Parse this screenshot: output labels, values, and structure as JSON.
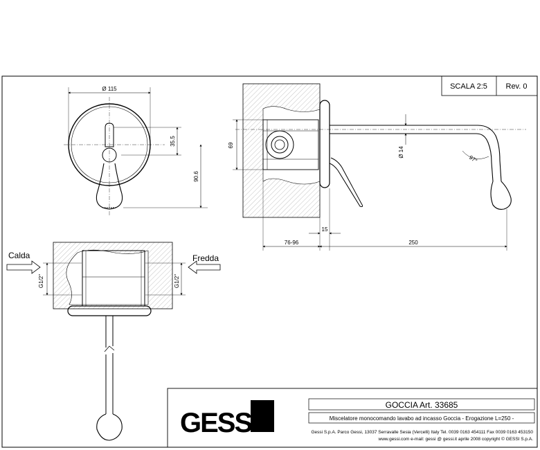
{
  "title_block": {
    "scale": "SCALA 2:5",
    "revision": "Rev. 0",
    "logo_text": "GESSI",
    "product": "GOCCIA  Art. 33685",
    "description": "Miscelatore  monocomando lavabo ad incasso Goccia - Erogazione L=250 -",
    "address": "Gessi S.p.A. Parco Gessi, 13037 Serravalle Sesia (Vercelli) Italy Tel. 0039  0163 454111 Fax 0039 0163 453150",
    "contacts": "www.gessi.com e-mail: gessi @ gessi.it aprile 2008 copyright © GESSI S.p.A."
  },
  "front_view": {
    "diameter": "Ø 115",
    "dim_35_5": "35.5",
    "dim_90_6": "90.6"
  },
  "side_view": {
    "dim_69": "69",
    "dim_pipe": "Ø 14",
    "dim_angle": "97°",
    "dim_15": "15",
    "dim_76_96": "76-96",
    "dim_250": "250"
  },
  "plan_view": {
    "hot_label": "Calda",
    "cold_label": "Fredda",
    "thread_left": "G1/2\"",
    "thread_right": "G1/2\""
  }
}
